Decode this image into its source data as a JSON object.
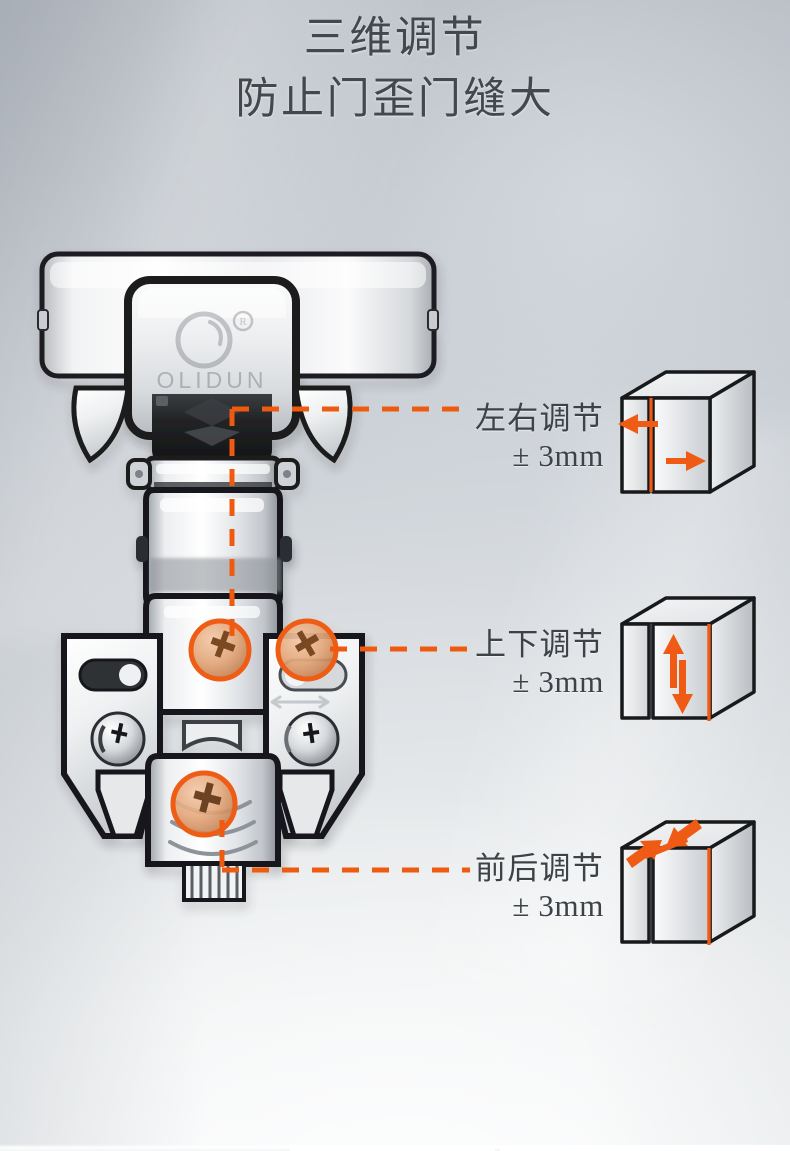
{
  "page": {
    "title_lines": [
      "三维调节",
      "防止门歪门缝大"
    ]
  },
  "colors": {
    "accent_orange": "#ef5b14",
    "leader_line": "#ee5a10",
    "title_text": "#43484d",
    "label_text": "#3d4247",
    "background_top": "#adb3bb",
    "background_bottom": "#f4f6f7"
  },
  "product": {
    "brand_mark": "OLIDUN",
    "brand_registered": "®",
    "brand_logo_icon": "olidun-circle-logo-icon"
  },
  "callouts": [
    {
      "id": "left-right",
      "label_zh": "左右调节",
      "label_value": "± 3mm",
      "icon": "cabinet-left-right-arrows-icon",
      "direction": "horizontal"
    },
    {
      "id": "up-down",
      "label_zh": "上下调节",
      "label_value": "± 3mm",
      "icon": "cabinet-up-down-arrows-icon",
      "direction": "vertical"
    },
    {
      "id": "front-back",
      "label_zh": "前后调节",
      "label_value": "± 3mm",
      "icon": "cabinet-front-back-arrows-icon",
      "direction": "diagonal"
    }
  ],
  "highlights": [
    {
      "id": "cup-depth-marker",
      "name": "hinge-cup-adjust-marker"
    },
    {
      "id": "screw-left",
      "name": "vertical-adjust-screw-left"
    },
    {
      "id": "screw-right",
      "name": "vertical-adjust-screw-right"
    },
    {
      "id": "screw-bottom",
      "name": "depth-adjust-screw"
    }
  ]
}
